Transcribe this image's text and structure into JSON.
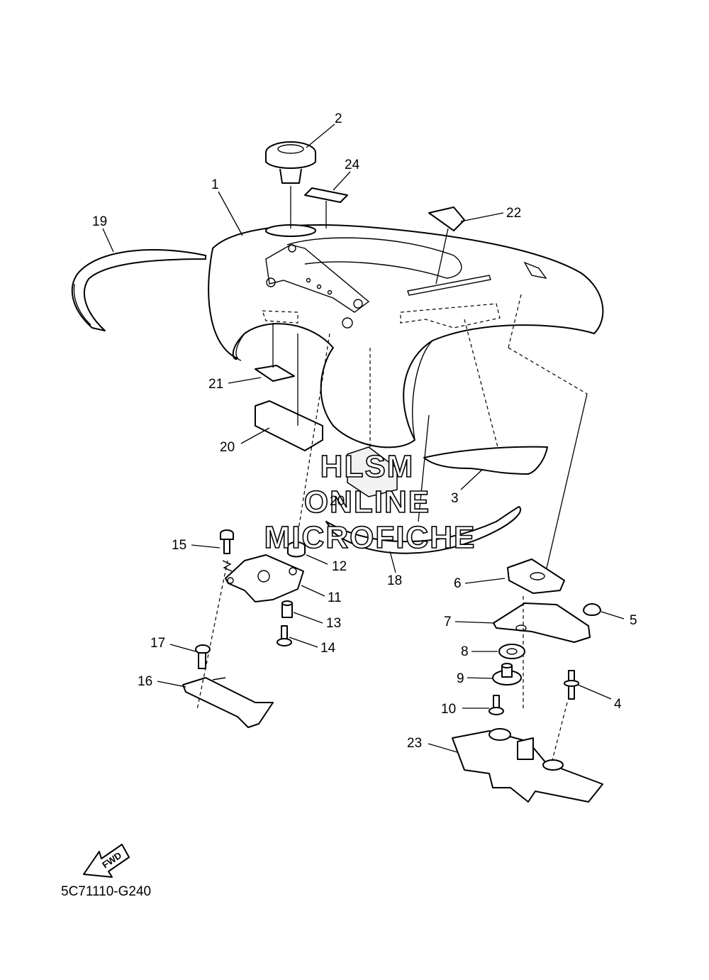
{
  "labels": {
    "p1": "1",
    "p2": "2",
    "p3": "3",
    "p4": "4",
    "p5": "5",
    "p6": "6",
    "p7": "7",
    "p8": "8",
    "p9": "9",
    "p10": "10",
    "p11": "11",
    "p12": "12",
    "p13": "13",
    "p14": "14",
    "p15": "15",
    "p16": "16",
    "p17": "17",
    "p18": "18",
    "p19": "19",
    "p20a": "20",
    "p20b": "20",
    "p21": "21",
    "p22": "22",
    "p23": "23",
    "p24": "24"
  },
  "watermark": {
    "line1": "HLSM",
    "line2": "ONLINE",
    "line3": "MICROFICHE"
  },
  "fwd_arrow": "FWD",
  "diagram_code": "5C71110-G240"
}
